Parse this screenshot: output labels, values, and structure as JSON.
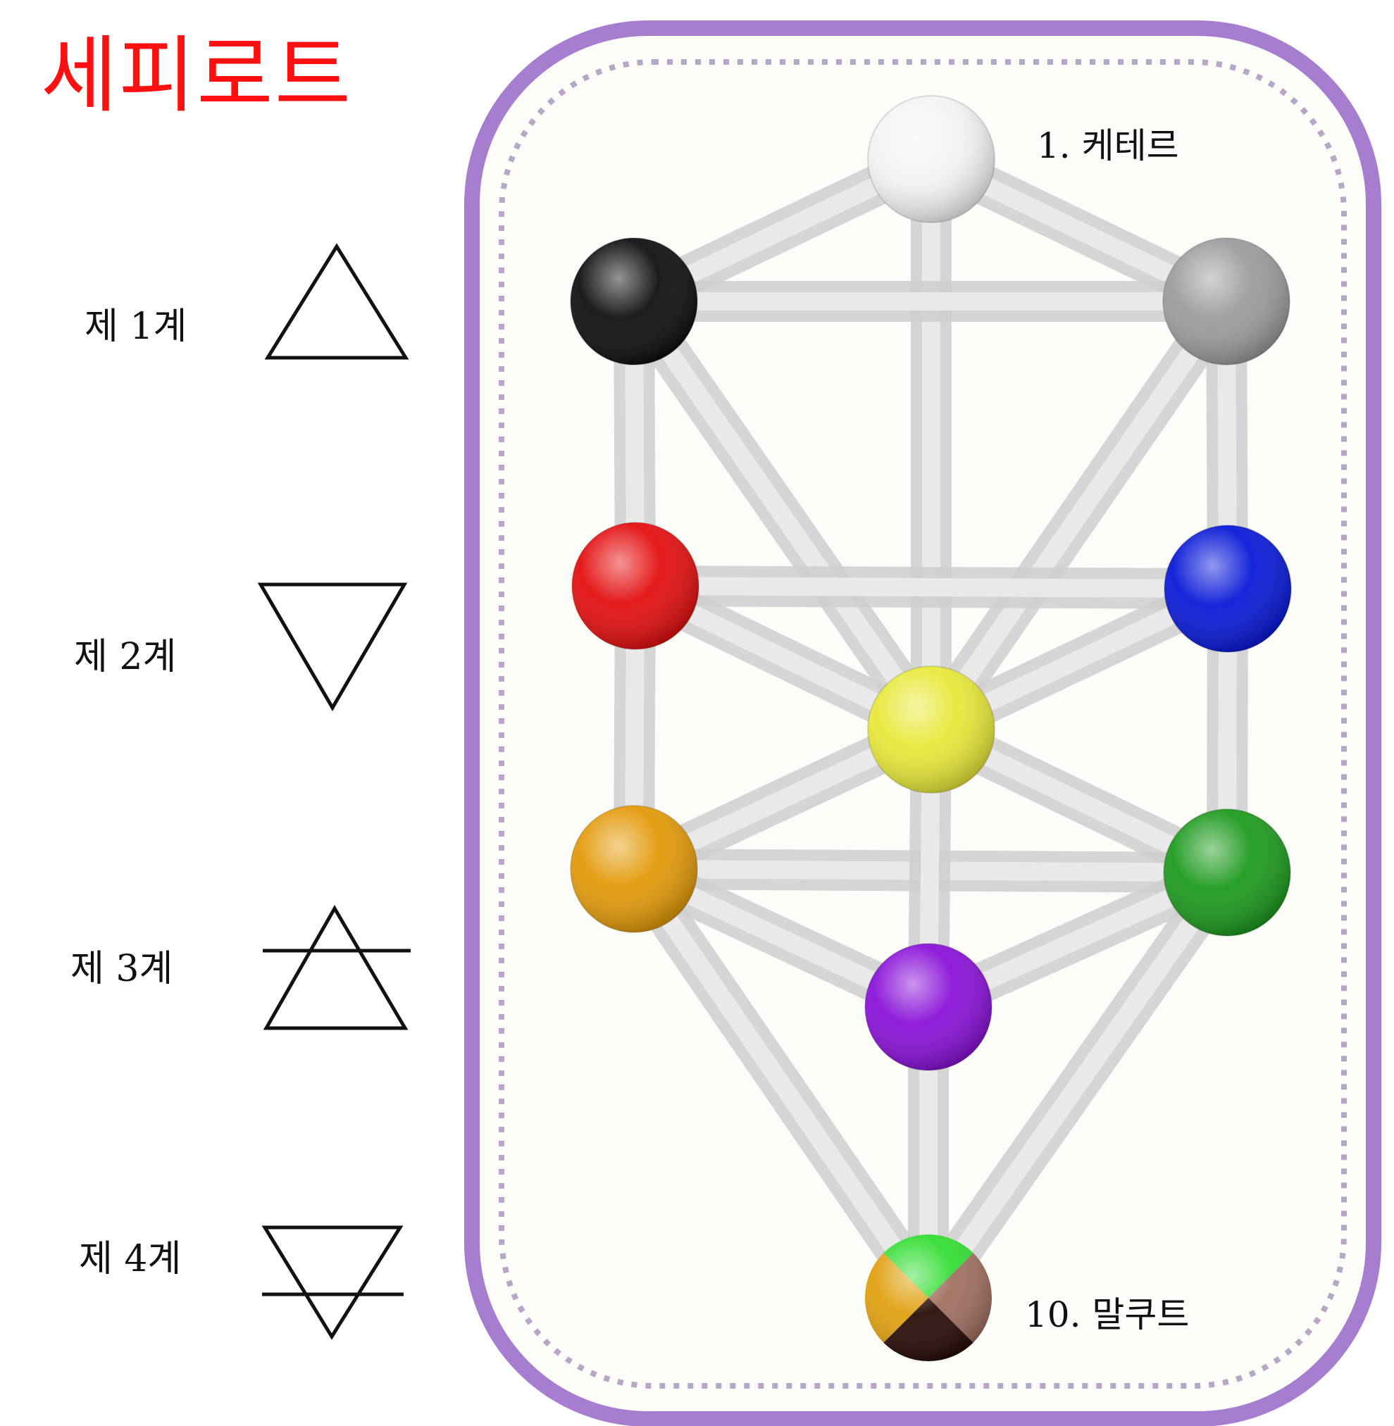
{
  "title": "세피로트",
  "realms": [
    {
      "label": "제 1계",
      "symbol": "fire-triangle-up"
    },
    {
      "label": "제 2계",
      "symbol": "water-triangle-down"
    },
    {
      "label": "제 3계",
      "symbol": "air-triangle-up-barred"
    },
    {
      "label": "제 4계",
      "symbol": "earth-triangle-down-barred"
    }
  ],
  "sephirot": [
    {
      "color": "#f4f4f2"
    },
    {
      "color": "#9c9c9c"
    },
    {
      "color": "#111111"
    },
    {
      "color": "#0a1ad8"
    },
    {
      "color": "#e41010"
    },
    {
      "color": "#e8e83a"
    },
    {
      "color": "#1e9a1e"
    },
    {
      "color": "#e39a0a"
    },
    {
      "color": "#8a12d8"
    },
    {
      "quadrant_colors": [
        "#33dd33",
        "#a07060",
        "#2a0d08",
        "#e0a010"
      ]
    }
  ],
  "node_labels": {
    "top": "1. 케테르",
    "bottom": "10. 말쿠트"
  },
  "frame_color": "#a77dcf",
  "divider_colors": [
    "#e23a4a",
    "#e8a432",
    "#e6e21e",
    "#36a55a",
    "#3a6a9a",
    "#6a3aa6"
  ]
}
